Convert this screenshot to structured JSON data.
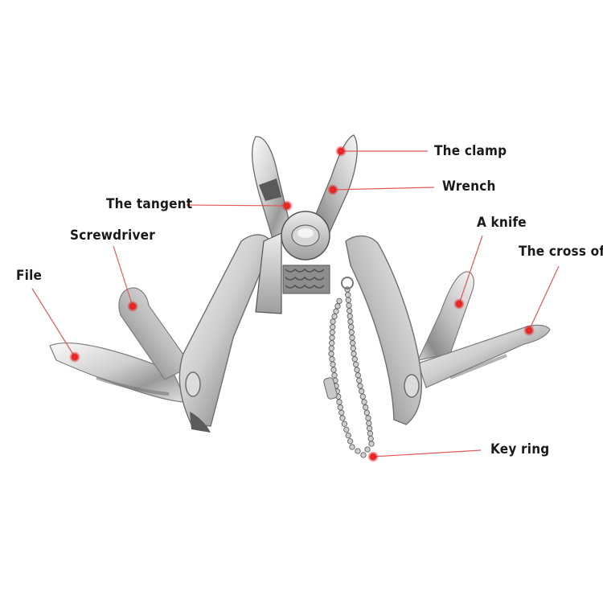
{
  "image": {
    "subject": "multi-tool-pliers",
    "colors": {
      "leader_line": "#e05a5a",
      "dot": "#e0201e",
      "steel_light": "#f2f2f2",
      "steel_dark": "#6f6f6f"
    }
  },
  "labels": {
    "clamp": "The clamp",
    "wrench": "Wrench",
    "tangent": "The tangent",
    "screwdriver": "Screwdriver",
    "file": "File",
    "knife": "A knife",
    "cross": "The cross of",
    "keyring": "Key ring"
  }
}
